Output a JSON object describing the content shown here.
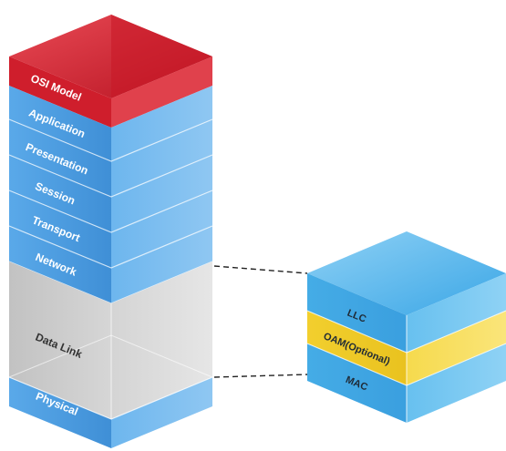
{
  "osi_stack": {
    "layers": [
      {
        "label": "OSI Model",
        "color": "#d0202e"
      },
      {
        "label": "Application",
        "color": "#4a9fe3"
      },
      {
        "label": "Presentation",
        "color": "#4a9fe3"
      },
      {
        "label": "Session",
        "color": "#4a9fe3"
      },
      {
        "label": "Transport",
        "color": "#4a9fe3"
      },
      {
        "label": "Network",
        "color": "#4a9fe3"
      },
      {
        "label": "Data Link",
        "color": "#cfcfcf"
      },
      {
        "label": "Physical",
        "color": "#4a9fe3"
      }
    ]
  },
  "datalink_block": {
    "layers": [
      {
        "label": "LLC",
        "color": "#4ab0e8"
      },
      {
        "label": "OAM(Optional)",
        "color": "#f2d23c"
      },
      {
        "label": "MAC",
        "color": "#4ab0e8"
      }
    ]
  },
  "connector_style": "dashed"
}
